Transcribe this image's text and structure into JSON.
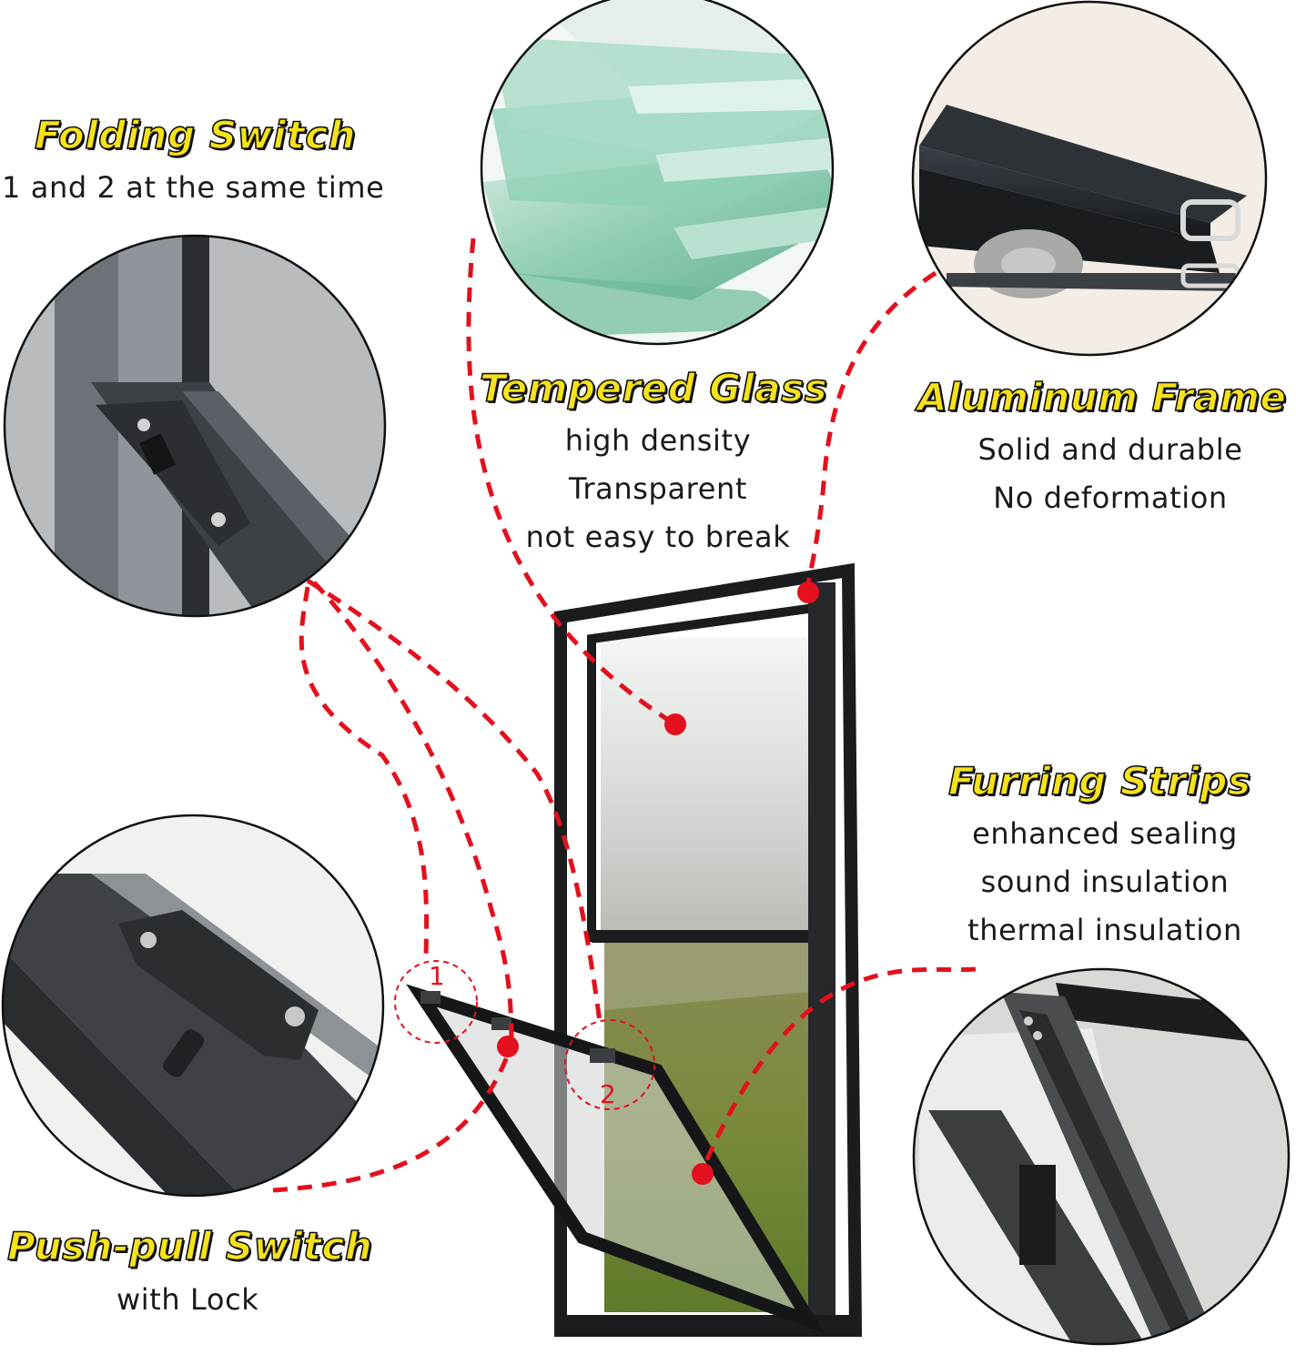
{
  "folding_switch": {
    "title": "Folding Switch",
    "lines": [
      "1 and 2 at the same time"
    ]
  },
  "tempered_glass": {
    "title": "Tempered Glass",
    "lines": [
      "high density",
      "Transparent",
      "not easy to break"
    ]
  },
  "aluminum_frame": {
    "title": "Aluminum Frame",
    "lines": [
      "Solid and durable",
      "No deformation"
    ]
  },
  "furring_strips": {
    "title": "Furring Strips",
    "lines": [
      "enhanced sealing",
      "sound insulation",
      "thermal insulation"
    ]
  },
  "push_pull_switch": {
    "title": "Push-pull Switch",
    "lines": [
      "with Lock"
    ]
  },
  "markers": {
    "one": "1",
    "two": "2"
  },
  "colors": {
    "title_fill": "#f5e21a",
    "leader_line": "#e3101d",
    "frame": "#1b1c1e"
  }
}
